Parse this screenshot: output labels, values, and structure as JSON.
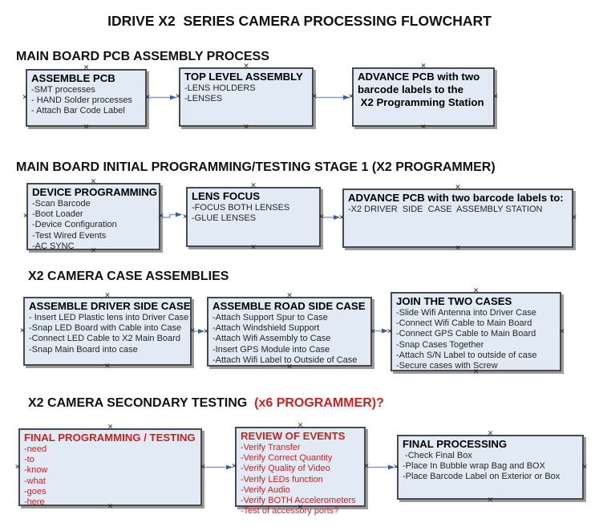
{
  "title": "IDRIVE X2  SERIES CAMERA PROCESSING FLOWCHART",
  "colors": {
    "box_fill": "#e2eaf5",
    "box_border": "#4a4a4a",
    "box_shadow": "#9b9b9b",
    "red_text": "#cc2020",
    "arrow_line": "#8a9cc2",
    "arrow_head": "#3a5fa8"
  },
  "sections": {
    "s1": {
      "heading": "MAIN BOARD PCB ASSEMBLY PROCESS"
    },
    "s2": {
      "heading": "MAIN BOARD INITIAL PROGRAMMING/TESTING STAGE 1 (X2 PROGRAMMER)"
    },
    "s3": {
      "heading": "X2 CAMERA CASE ASSEMBLIES"
    },
    "s4": {
      "heading_black": "X2 CAMERA SECONDARY TESTING ",
      "heading_red": " (x6 PROGRAMMER)?"
    }
  },
  "boxes": {
    "assemble_pcb": {
      "title": "ASSEMBLE PCB",
      "items": [
        "-SMT processes",
        "- HAND Solder processes",
        "- Attach Bar Code Label"
      ]
    },
    "top_level_assembly": {
      "title": "TOP LEVEL ASSEMBLY",
      "items": [
        "-LENS HOLDERS",
        "-LENSES"
      ]
    },
    "advance_pcb_programming": {
      "title_lines": [
        "ADVANCE PCB with two",
        "barcode labels to the",
        " X2 Programming Station"
      ]
    },
    "device_programming": {
      "title": "DEVICE PROGRAMMING",
      "items": [
        "-Scan Barcode",
        "-Boot Loader",
        "-Device Configuration",
        "-Test Wired Events",
        "-AC SYNC"
      ]
    },
    "lens_focus": {
      "title": "LENS FOCUS",
      "items": [
        "-FOCUS BOTH LENSES",
        "-GLUE LENSES"
      ]
    },
    "advance_pcb_driver_station": {
      "title": "ADVANCE PCB with two barcode labels to:",
      "items": [
        "-X2 DRIVER  SIDE  CASE  ASSEMBLY STATION"
      ]
    },
    "assemble_driver_side_case": {
      "title": "ASSEMBLE DRIVER SIDE CASE",
      "items": [
        "- Insert LED Plastic lens into Driver Case",
        "-Snap LED Board with Cable into Case",
        "-Connect LED Cable to X2 Main Board",
        "-Snap Main Board into case"
      ]
    },
    "assemble_road_side_case": {
      "title": "ASSEMBLE ROAD SIDE CASE",
      "items": [
        "-Attach Support Spur to Case",
        "-Attach Windshield Support",
        "-Attach Wifi Assembly to Case",
        "-Insert GPS Module into Case",
        "-Attach Wifi Label to Outside of Case"
      ]
    },
    "join_the_two_cases": {
      "title": "JOIN THE TWO CASES",
      "items": [
        "-Slide Wifi Antenna into Driver Case",
        "-Connect Wifi Cable to Main Board",
        "-Connect GPS Cable to Main Board",
        "-Snap Cases Together",
        "-Attach S/N Label to outside of case",
        "-Secure cases with Screw"
      ]
    },
    "final_programming_testing": {
      "title": "FINAL PROGRAMMING / TESTING",
      "items": [
        "-need",
        "-to",
        "-know",
        "-what",
        "-goes",
        "-here"
      ]
    },
    "review_of_events": {
      "title": "REVIEW OF EVENTS",
      "items": [
        "-Verify Transfer",
        "-Verify Correct Quantity",
        "-Verify Quality of Video",
        "-Verify LEDs function",
        "-Verify Audio",
        "-Verify BOTH Accelerometers",
        "-Test of accessory ports?"
      ]
    },
    "final_processing": {
      "title": "FINAL PROCESSING",
      "items": [
        " -Check Final Box",
        "-Place In Bubble wrap Bag and BOX",
        "-Place Barcode Label on Exterior or Box"
      ]
    }
  }
}
